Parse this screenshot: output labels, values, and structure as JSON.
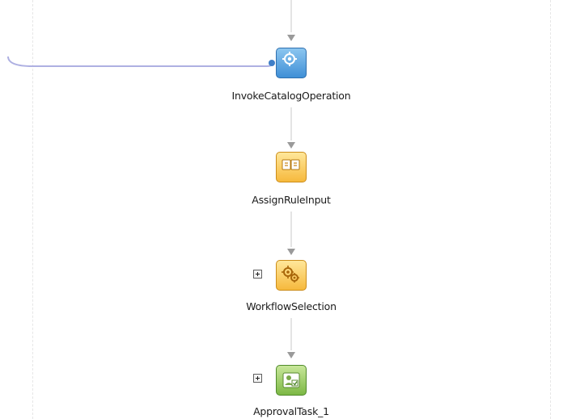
{
  "diagram": {
    "nodes": [
      {
        "id": "invoke",
        "label": "InvokeCatalogOperation",
        "icon": "invoke-gear-icon",
        "color": "#4a9ae0",
        "expandable": false
      },
      {
        "id": "assign",
        "label": "AssignRuleInput",
        "icon": "assign-icon",
        "color": "#f6c04a",
        "expandable": false
      },
      {
        "id": "workflow",
        "label": "WorkflowSelection",
        "icon": "business-rule-icon",
        "color": "#f6c04a",
        "expandable": true
      },
      {
        "id": "approval",
        "label": "ApprovalTask_1",
        "icon": "human-task-icon",
        "color": "#8cc657",
        "expandable": true
      }
    ],
    "edges": [
      {
        "from": "invoke",
        "to": "assign"
      },
      {
        "from": "assign",
        "to": "workflow"
      },
      {
        "from": "workflow",
        "to": "approval"
      }
    ],
    "partner_link_connector": {
      "to": "invoke",
      "color": "#a8a8e0"
    }
  }
}
